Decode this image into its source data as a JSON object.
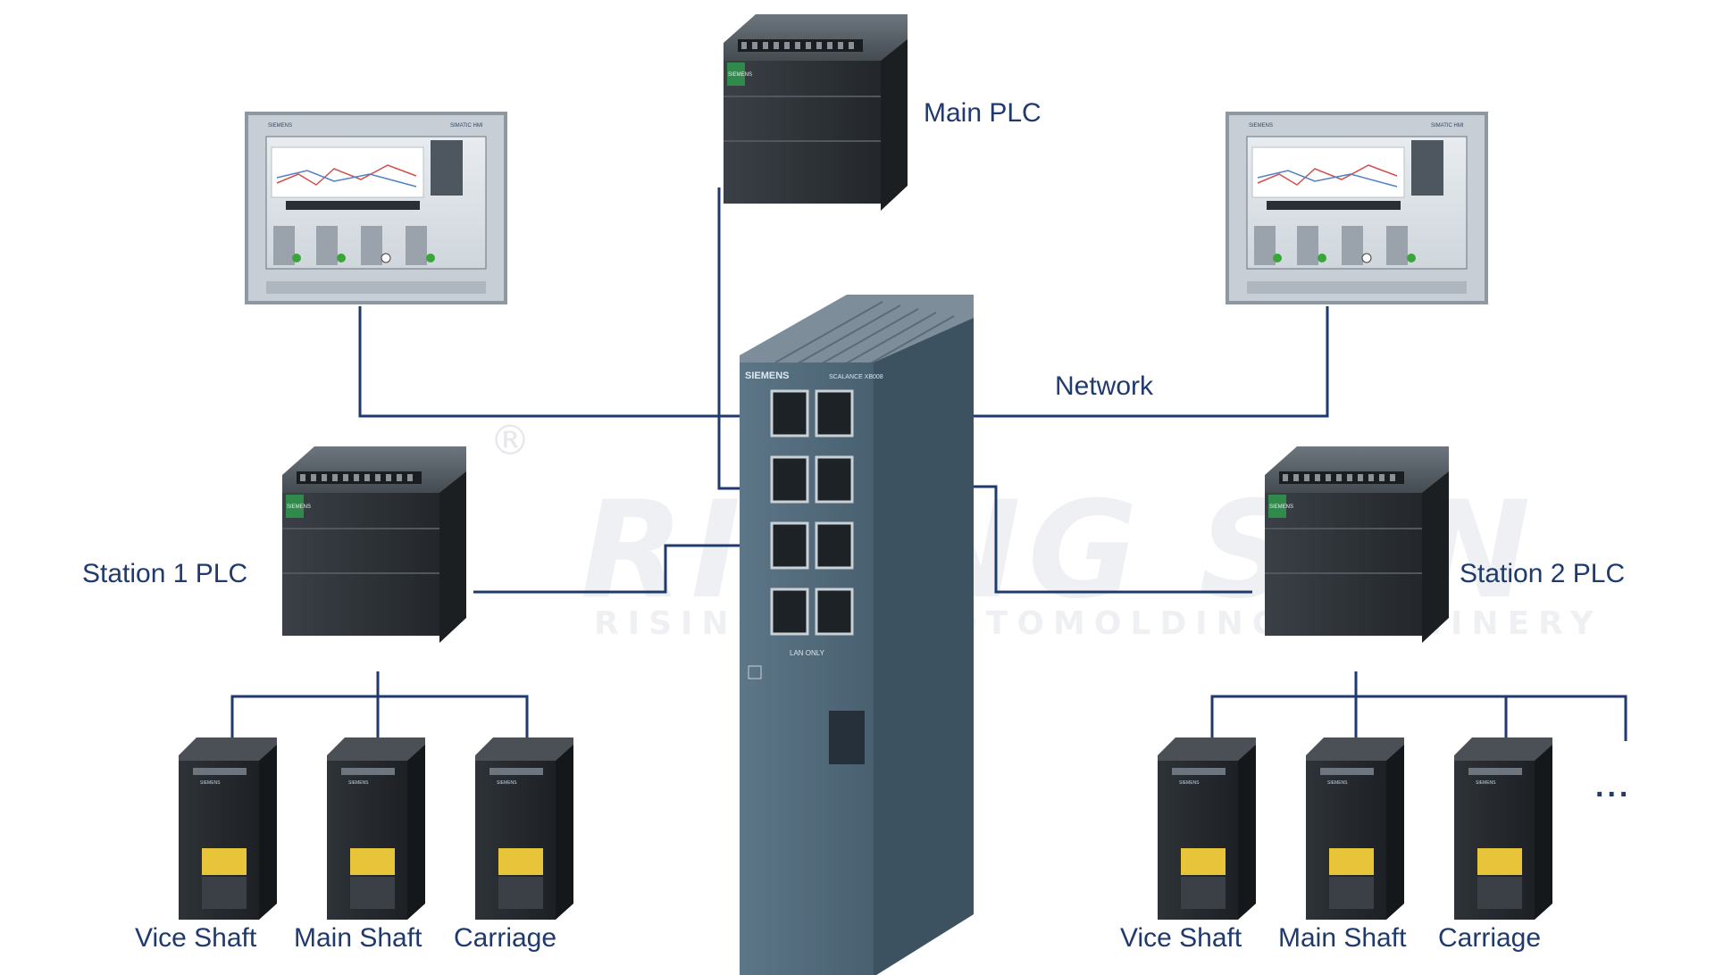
{
  "labels": {
    "main_plc": "Main PLC",
    "network": "Network",
    "station1_plc": "Station 1 PLC",
    "station2_plc": "Station 2 PLC",
    "more": "...",
    "station1_drives": [
      "Vice Shaft",
      "Main Shaft",
      "Carriage"
    ],
    "station2_drives": [
      "Vice Shaft",
      "Main Shaft",
      "Carriage"
    ]
  },
  "device_text": {
    "brand": "SIEMENS",
    "switch_model": "SCALANCE XB008",
    "hmi_model": "SIMATIC HMI",
    "lan_only": "LAN ONLY"
  },
  "watermark": {
    "logo_text": "RISING SUN",
    "tagline": "RISING SUN ROTOMOLDING MACHINERY",
    "registered": "®"
  },
  "colors": {
    "line": "#1f3a6e",
    "label": "#1f3a6e",
    "plc_body": "#2b3034",
    "switch_body": "#4a6373",
    "drive_body": "#25292d",
    "hmi_frame": "#8c96a0"
  }
}
